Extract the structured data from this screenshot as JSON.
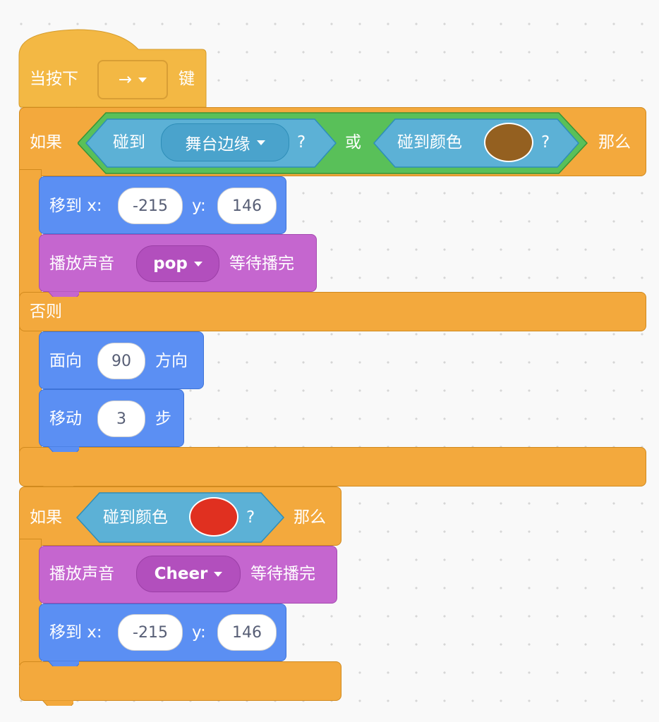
{
  "colors": {
    "events": "#f3b844",
    "control": "#f3a93d",
    "operators": "#59c059",
    "sensing": "#5cb1d6",
    "motion": "#5b8ff3",
    "sound": "#c566cf",
    "swatch_brown": "#946020",
    "swatch_red": "#e03020"
  },
  "hat": {
    "prefix": "当按下",
    "key": "→",
    "suffix": "键"
  },
  "if_else": {
    "if_label": "如果",
    "then_label": "那么",
    "or_label": "或",
    "else_label": "否则",
    "touching_label": "碰到",
    "touching_target": "舞台边缘",
    "question": "?",
    "touching_color_label": "碰到颜色",
    "question2": "?"
  },
  "goto1": {
    "label": "移到 x:",
    "x": "-215",
    "y_label": "y:",
    "y": "146"
  },
  "sound1": {
    "label": "播放声音",
    "sound": "pop",
    "suffix": "等待播完"
  },
  "point": {
    "label": "面向",
    "value": "90",
    "suffix": "方向"
  },
  "move": {
    "label": "移动",
    "value": "3",
    "suffix": "步"
  },
  "if2": {
    "if_label": "如果",
    "touching_color_label": "碰到颜色",
    "question": "?",
    "then_label": "那么"
  },
  "sound2": {
    "label": "播放声音",
    "sound": "Cheer",
    "suffix": "等待播完"
  },
  "goto2": {
    "label": "移到 x:",
    "x": "-215",
    "y_label": "y:",
    "y": "146"
  }
}
